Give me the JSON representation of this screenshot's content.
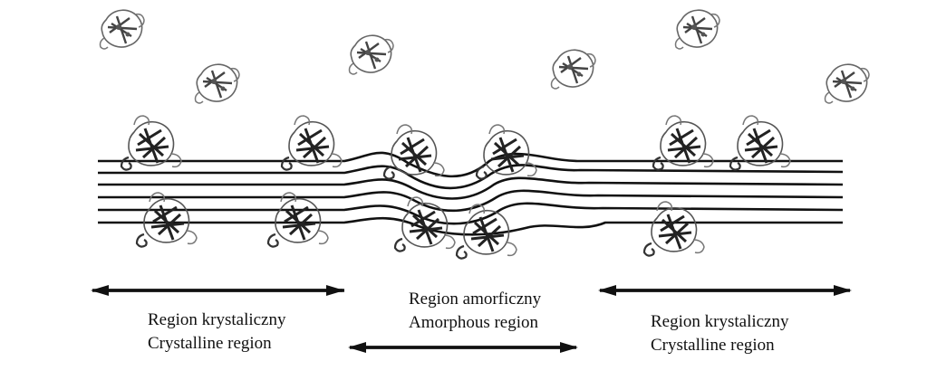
{
  "regions": {
    "left": {
      "line1": "Region krystaliczny",
      "line2": "Crystalline region"
    },
    "center": {
      "line1": "Region amorficzny",
      "line2": "Amorphous region"
    },
    "right": {
      "line1": "Region krystaliczny",
      "line2": "Crystalline region"
    }
  },
  "colors": {
    "fiber": "#111111",
    "protein": "#555555",
    "protein_light": "#9a9a9a",
    "arrow": "#111111"
  },
  "icons": {
    "free_enzyme": "protein-cluster-icon",
    "bound_enzyme": "protein-cluster-icon"
  }
}
